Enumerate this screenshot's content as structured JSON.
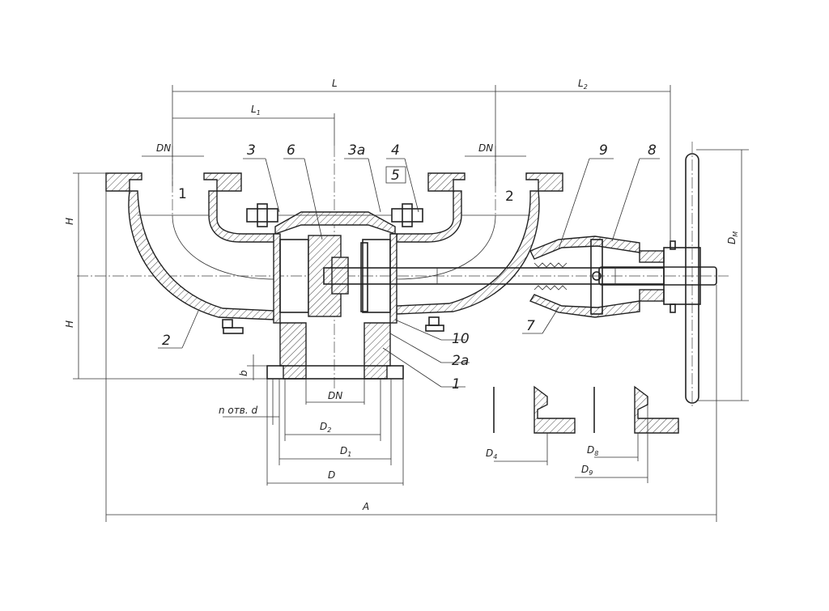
{
  "dimensions": {
    "L": "L",
    "L1": "L",
    "L1_sub": "1",
    "L2": "L",
    "L2_sub": "2",
    "DN_left": "DN",
    "DN_right": "DN",
    "DN_bottom": "DN",
    "H_top": "H",
    "H_bottom": "H",
    "b": "b",
    "n_otv": "n отв. d",
    "D2": "D",
    "D2_sub": "2",
    "D1": "D",
    "D1_sub": "1",
    "D": "D",
    "A": "A",
    "DM": "D",
    "DM_sub": "M",
    "D4": "D",
    "D4_sub": "4",
    "D8": "D",
    "D8_sub": "8",
    "D9": "D",
    "D9_sub": "9"
  },
  "ports": {
    "port1": "1",
    "port2": "2"
  },
  "callouts": {
    "c3": "3",
    "c6": "6",
    "c3a": "3а",
    "c4": "4",
    "c5": "5",
    "c9": "9",
    "c8": "8",
    "c2": "2",
    "c7": "7",
    "c10": "10",
    "c2a": "2а",
    "c1": "1"
  }
}
